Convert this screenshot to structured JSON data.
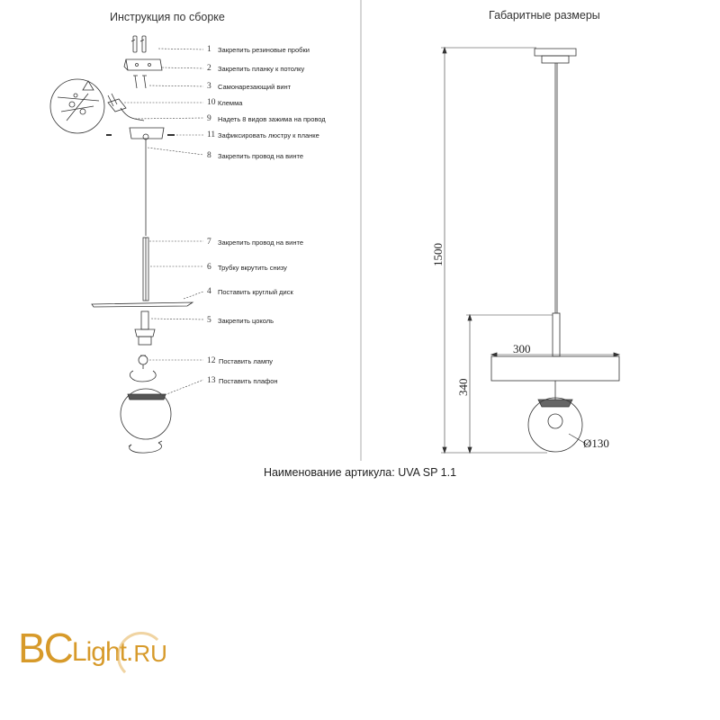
{
  "headings": {
    "assembly": "Инструкция по сборке",
    "dimensions": "Габаритные размеры"
  },
  "steps": [
    {
      "num": "1",
      "text": "Закрепить резиновые пробки"
    },
    {
      "num": "2",
      "text": "Закрепить планку к потолку"
    },
    {
      "num": "3",
      "text": "Самонарезающий винт"
    },
    {
      "num": "10",
      "text": "Клемма"
    },
    {
      "num": "9",
      "text": "Надеть 8 видов зажима на провод"
    },
    {
      "num": "11",
      "text": "Зафиксировать люстру к планке"
    },
    {
      "num": "8",
      "text": "Закрепить провод на винте"
    },
    {
      "num": "7",
      "text": "Закрепить провод на винте"
    },
    {
      "num": "6",
      "text": "Трубку вкрутить снизу"
    },
    {
      "num": "4",
      "text": "Поставить круглый диск"
    },
    {
      "num": "5",
      "text": "Закрепить цоколь"
    },
    {
      "num": "12",
      "text": "Поставить лампу"
    },
    {
      "num": "13",
      "text": "Поставить плафон"
    }
  ],
  "dimensions": {
    "height_total": "1500",
    "height_lower": "340",
    "disc_width": "300",
    "sphere_diameter": "Ø130"
  },
  "article": "Наименование артикула: UVA SP 1.1",
  "logo": {
    "bc": "BC",
    "light": "Light",
    "ru": "RU",
    "color": "#d79a2a"
  }
}
